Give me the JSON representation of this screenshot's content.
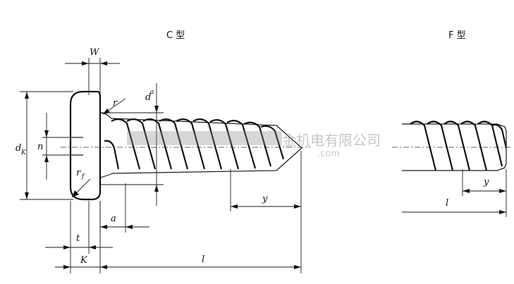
{
  "titles": {
    "c_type": "C 型",
    "f_type": "F 型"
  },
  "labels": {
    "W": "W",
    "r": "r",
    "d": "d",
    "d_sub": "a",
    "dk": "d",
    "dk_sub": "K",
    "n": "n",
    "rf": "r",
    "rf_sub": "f",
    "a": "a",
    "t": "t",
    "K": "K",
    "y_c": "y",
    "l_c": "l",
    "y_f": "y",
    "l_f": "l"
  },
  "watermark": {
    "text": "金机电有限公司",
    "url": ".com"
  }
}
